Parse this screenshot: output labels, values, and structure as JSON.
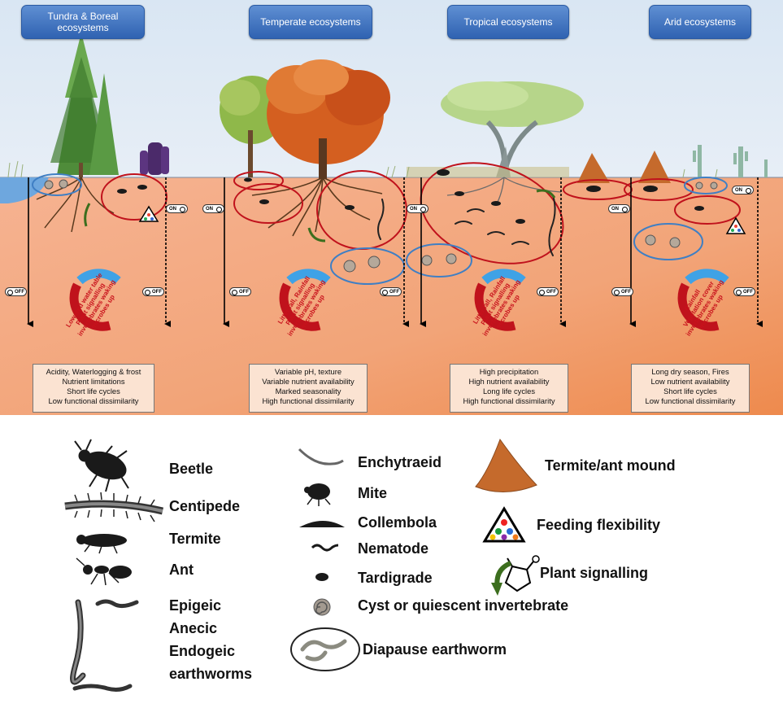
{
  "ecosystems": [
    {
      "title": "Tundra & Boreal ecosystems",
      "factors": [
        "Acidity, Waterlogging & frost",
        "Nutrient limitations",
        "Short life cycles",
        "Low functional dissimilarity"
      ],
      "cycle_text": "Lowered water table\nPlant signalling\ninvertebrates waking\nmicrobes up"
    },
    {
      "title": "Temperate ecosystems",
      "factors": [
        "Variable pH, texture",
        "Variable nutrient availability",
        "Marked seasonality",
        "High functional dissimilarity"
      ],
      "cycle_text": "Litter fall, Rainfall\nPlant signalling\ninvertebrates waking\nmicrobes up"
    },
    {
      "title": "Tropical ecosystems",
      "factors": [
        "High precipitation",
        "High nutrient availability",
        "Long life cycles",
        "High functional dissimilarity"
      ],
      "cycle_text": "Litter fall, Rainfall\nPlant signalling\ninvertebrates waking\nmicrobes up"
    },
    {
      "title": "Arid ecosystems",
      "factors": [
        "Long dry season, Fires",
        "Low nutrient availability",
        "Short life cycles",
        "Low functional dissimilarity"
      ],
      "cycle_text": "Rainfall\nVegetation cover\ninvertebrates waking\nmicrobes up"
    }
  ],
  "switches": {
    "on": "ON",
    "off": "OFF"
  },
  "legend": {
    "beetle": "Beetle",
    "centipede": "Centipede",
    "termite": "Termite",
    "ant": "Ant",
    "earthworms_1": "Epigeic",
    "earthworms_2": "Anecic",
    "earthworms_3": "Endogeic",
    "earthworms_4": "earthworms",
    "enchytraeid": "Enchytraeid",
    "mite": "Mite",
    "collembola": "Collembola",
    "nematode": "Nematode",
    "tardigrade": "Tardigrade",
    "cyst": "Cyst or quiescent invertebrate",
    "diapause": "Diapause earthworm",
    "mound": "Termite/ant mound",
    "feeding": "Feeding flexibility",
    "signalling": "Plant signalling"
  },
  "colors": {
    "sky": "#dfe9f4",
    "soil": "#f3a883",
    "title_blue": "#3a6cbe",
    "red_ring": "#c0121c",
    "blue_ring": "#3f7fc4",
    "green_arrow": "#3c6e1e"
  }
}
